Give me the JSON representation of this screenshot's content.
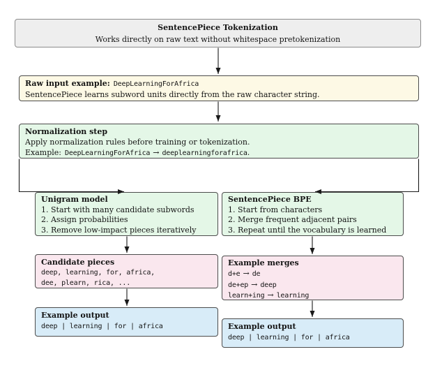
{
  "title_box": {
    "title": "SentencePiece Tokenization",
    "subtitle": "Works directly on raw text without whitespace pretokenization"
  },
  "raw_input_box": {
    "label": "Raw input example:",
    "code": "DeepLearningForAfrica",
    "body": "SentencePiece learns subword units directly from the raw character string."
  },
  "normalization_box": {
    "title": "Normalization step",
    "line1": "Apply normalization rules before training or tokenization.",
    "example_label": "Example:",
    "example_from": "DeepLearningForAfrica",
    "arrow_glyph": "→",
    "example_to": "deeplearningforafrica",
    "period": "."
  },
  "unigram_box": {
    "title": "Unigram model",
    "items": [
      "1.  Start with many candidate subwords",
      "2.  Assign probabilities",
      "3.  Remove low-impact pieces iteratively"
    ]
  },
  "bpe_box": {
    "title": "SentencePiece BPE",
    "items": [
      "1.  Start from characters",
      "2.  Merge frequent adjacent pairs",
      "3.  Repeat until the vocabulary is learned"
    ]
  },
  "candidate_box": {
    "title": "Candidate pieces",
    "line1": "deep, learning, for, africa,",
    "line2": "dee, plearn, rica, ..."
  },
  "merges_box": {
    "title": "Example merges",
    "arrow_glyph": "→",
    "merges": [
      {
        "from": "d+e",
        "to": "de"
      },
      {
        "from": "de+ep",
        "to": "deep"
      },
      {
        "from": "learn+ing",
        "to": "learning"
      }
    ]
  },
  "output_left_box": {
    "title": "Example output",
    "code": "deep | learning | for | africa"
  },
  "output_right_box": {
    "title": "Example output",
    "code": "deep | learning | for | africa"
  },
  "colors": {
    "gray_fill": "#eeeeee",
    "yellow_fill": "#fdf9e5",
    "green_fill": "#e4f7e7",
    "pink_fill": "#fae7ee",
    "blue_fill": "#d8ecf8",
    "arrow": "#1a1a1a"
  }
}
